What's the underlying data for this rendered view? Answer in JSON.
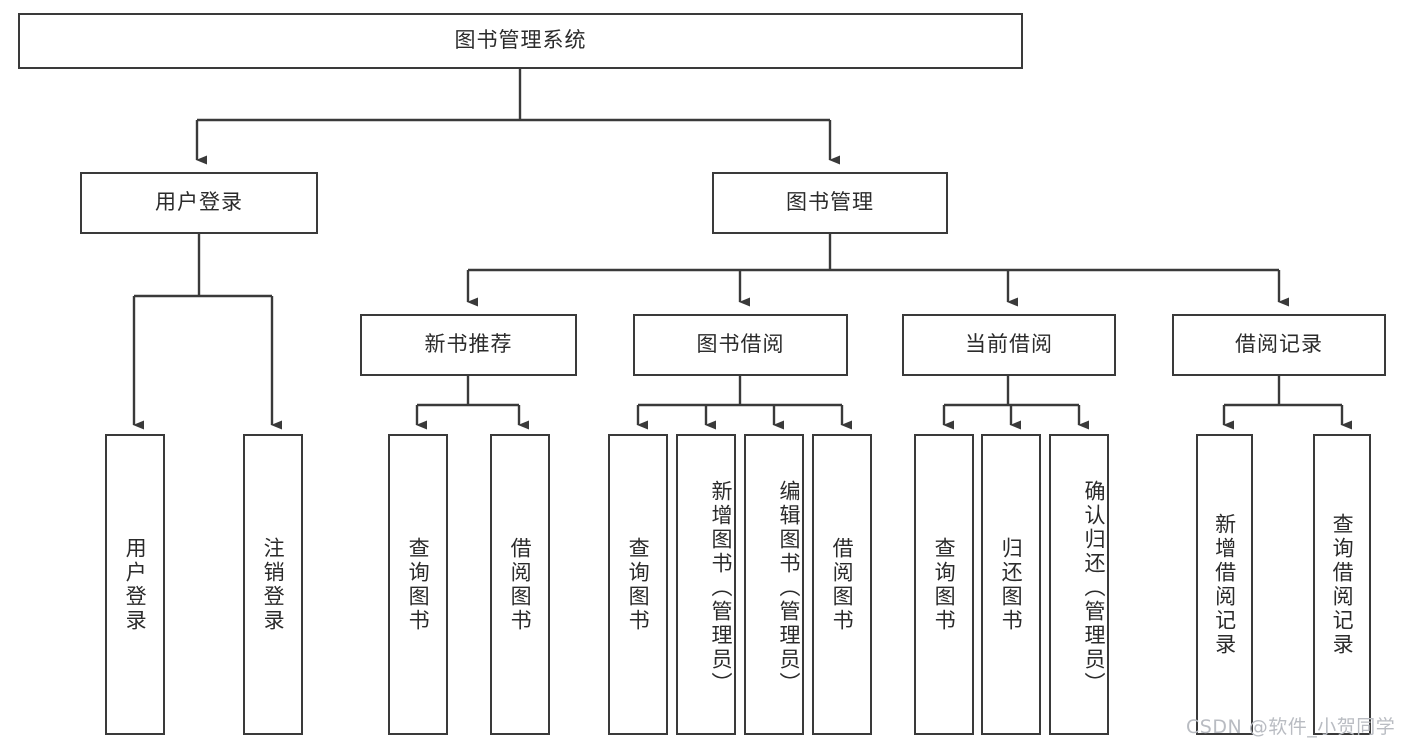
{
  "diagram": {
    "type": "tree",
    "title": "图书管理系统",
    "orientation": "top-down",
    "line_color": "#3a3a3a",
    "box_fill": "#ffffff",
    "text_color": "#2b2b2b",
    "levels": 4
  },
  "nodes": {
    "root": {
      "label": "图书管理系统"
    },
    "level2": [
      {
        "id": "user-login",
        "label": "用户登录"
      },
      {
        "id": "book-manage",
        "label": "图书管理"
      }
    ],
    "level3": [
      {
        "id": "new-book-recommend",
        "label": "新书推荐"
      },
      {
        "id": "book-borrow",
        "label": "图书借阅"
      },
      {
        "id": "current-borrow",
        "label": "当前借阅"
      },
      {
        "id": "borrow-record",
        "label": "借阅记录"
      }
    ],
    "leaves": {
      "user_login": [
        {
          "id": "leaf-user-login",
          "label": "用户登录"
        },
        {
          "id": "leaf-logout-login",
          "label": "注销登录"
        }
      ],
      "new_book_recommend": [
        {
          "id": "leaf-query-book-1",
          "label": "查询图书"
        },
        {
          "id": "leaf-borrow-book-1",
          "label": "借阅图书"
        }
      ],
      "book_borrow": [
        {
          "id": "leaf-query-book-2",
          "label": "查询图书"
        },
        {
          "id": "leaf-add-book",
          "label": "新增图书（管理员）"
        },
        {
          "id": "leaf-edit-book",
          "label": "编辑图书（管理员）"
        },
        {
          "id": "leaf-borrow-book-2",
          "label": "借阅图书"
        }
      ],
      "current_borrow": [
        {
          "id": "leaf-query-book-3",
          "label": "查询图书"
        },
        {
          "id": "leaf-return-book",
          "label": "归还图书"
        },
        {
          "id": "leaf-confirm-return",
          "label": "确认归还（管理员）"
        }
      ],
      "borrow_record": [
        {
          "id": "leaf-add-record",
          "label": "新增借阅记录"
        },
        {
          "id": "leaf-query-record",
          "label": "查询借阅记录"
        }
      ]
    }
  },
  "watermark": {
    "text": "CSDN @软件_小贺同学"
  }
}
